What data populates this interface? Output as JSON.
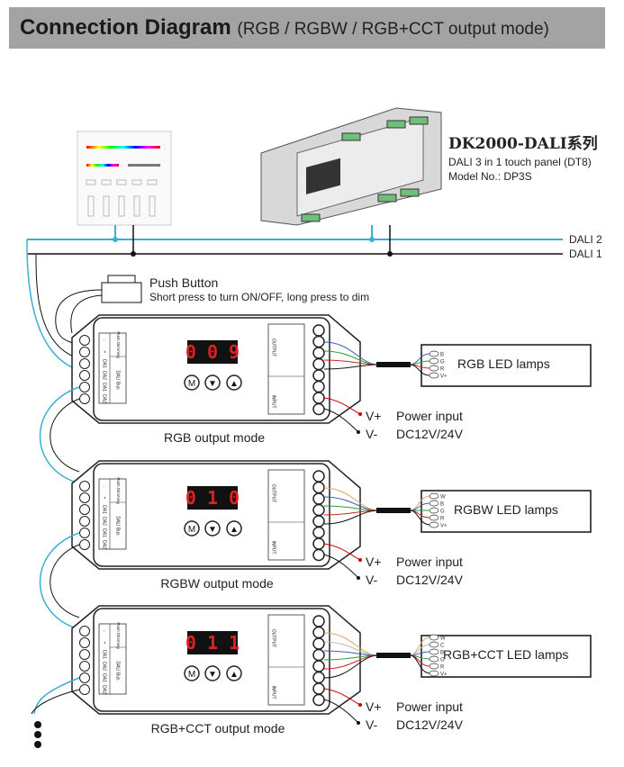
{
  "header": {
    "title": "Connection Diagram",
    "subtitle": "(RGB / RGBW / RGB+CCT output mode)"
  },
  "device": {
    "series": "DK2000-DALI系列",
    "panel_desc": "DALI 3 in 1 touch panel (DT8)",
    "model": "Model No.: DP3S"
  },
  "bus": {
    "dali2": "DALI 2",
    "dali1": "DALI 1",
    "dali2_color": "#3ab0d0",
    "dali1_color": "#111111"
  },
  "push_button": {
    "title": "Push Button",
    "desc": "Short press to turn ON/OFF, long press to dim"
  },
  "controller": {
    "buttons": [
      "M",
      "▼",
      "▲"
    ],
    "terminals": [
      "DA2",
      "DA1",
      "DA2",
      "DA1",
      "+",
      "-"
    ],
    "bus_label": "DALI Bus",
    "pb_label": "Push Dimming",
    "output_label": "OUTPUT",
    "input_label": "INPUT"
  },
  "power": {
    "vplus": "V+",
    "vminus": "V-",
    "label": "Power input",
    "voltage": "DC12V/24V"
  },
  "modes": [
    {
      "display": "009",
      "mode": "RGB output mode",
      "lamp": "RGB LED lamps",
      "wires": [
        "B",
        "G",
        "R",
        "V+"
      ]
    },
    {
      "display": "010",
      "mode": "RGBW output mode",
      "lamp": "RGBW LED lamps",
      "wires": [
        "W",
        "B",
        "G",
        "R",
        "V+"
      ]
    },
    {
      "display": "011",
      "mode": "RGB+CCT output mode",
      "lamp": "RGB+CCT LED lamps",
      "wires": [
        "W",
        "C",
        "B",
        "G",
        "R",
        "V+"
      ]
    }
  ],
  "wire_colors": {
    "W": "#d9a860",
    "C": "#bbbbbb",
    "B": "#3a60b0",
    "G": "#2a9a40",
    "R": "#d02020",
    "V+": "#111111"
  }
}
